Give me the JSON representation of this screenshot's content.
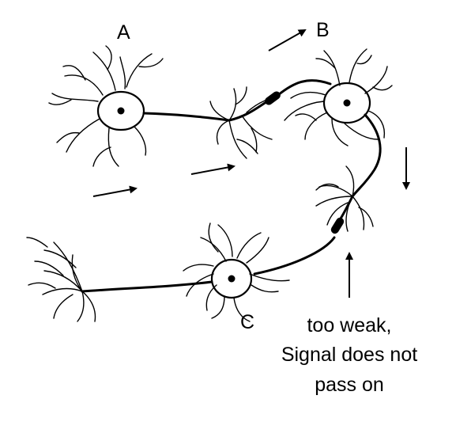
{
  "diagram": {
    "labels": {
      "a": "A",
      "b": "B",
      "c": "C"
    },
    "note": {
      "line1": "too weak,",
      "line2": "Signal does not",
      "line3": "pass on"
    },
    "colors": {
      "ink": "#000000",
      "background": "#ffffff"
    }
  }
}
